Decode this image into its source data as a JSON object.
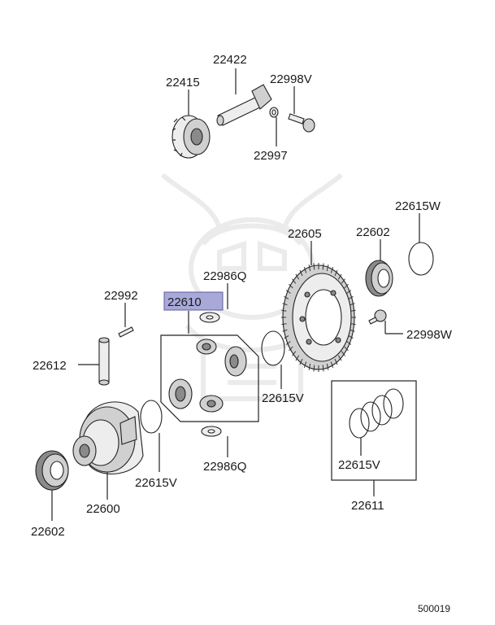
{
  "diagram": {
    "background": "#ffffff",
    "highlight_color": "#a9a9d9",
    "watermark": "samurai-helmet-logo",
    "footer_code": "500019",
    "labels": [
      {
        "id": "lbl-22422",
        "text": "22422"
      },
      {
        "id": "lbl-22415",
        "text": "22415"
      },
      {
        "id": "lbl-22998v",
        "text": "22998V"
      },
      {
        "id": "lbl-22997",
        "text": "22997"
      },
      {
        "id": "lbl-22615w",
        "text": "22615W"
      },
      {
        "id": "lbl-22605",
        "text": "22605"
      },
      {
        "id": "lbl-22602-top",
        "text": "22602"
      },
      {
        "id": "lbl-22986q-top",
        "text": "22986Q"
      },
      {
        "id": "lbl-22610",
        "text": "22610",
        "highlighted": true
      },
      {
        "id": "lbl-22992",
        "text": "22992"
      },
      {
        "id": "lbl-22998w",
        "text": "22998W"
      },
      {
        "id": "lbl-22612",
        "text": "22612"
      },
      {
        "id": "lbl-22615v-mid",
        "text": "22615V"
      },
      {
        "id": "lbl-22986q-bot",
        "text": "22986Q"
      },
      {
        "id": "lbl-22615v-box",
        "text": "22615V"
      },
      {
        "id": "lbl-22615v-bot",
        "text": "22615V"
      },
      {
        "id": "lbl-22600",
        "text": "22600"
      },
      {
        "id": "lbl-22611",
        "text": "22611"
      },
      {
        "id": "lbl-22602-bot",
        "text": "22602"
      }
    ]
  }
}
